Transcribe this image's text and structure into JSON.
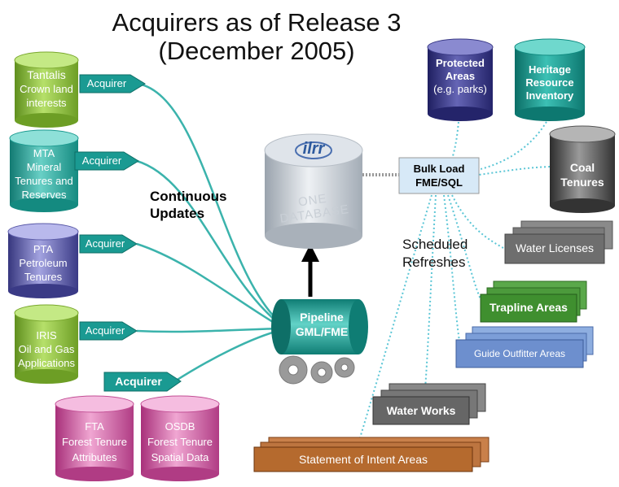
{
  "title": {
    "line1": "Acquirers as of Release 3",
    "line2": "(December 2005)"
  },
  "sources": [
    {
      "name": "Tantalis",
      "desc1": "Crown land",
      "desc2": "interests",
      "desc3": "",
      "acquirer": "Acquirer",
      "color": "#8dc63f"
    },
    {
      "name": "MTA",
      "desc1": "Mineral",
      "desc2": "Tenures and",
      "desc3": "Reserves",
      "acquirer": "Acquirer",
      "color": "#2aa198"
    },
    {
      "name": "PTA",
      "desc1": "Petroleum",
      "desc2": "Tenures",
      "desc3": "",
      "acquirer": "Acquirer",
      "color": "#6a6ab8"
    },
    {
      "name": "IRIS",
      "desc1": "Oil and Gas",
      "desc2": "Applications",
      "desc3": "",
      "acquirer": "Acquirer",
      "color": "#7fae2e"
    },
    {
      "name": "FTA",
      "desc1": "Forest Tenure",
      "desc2": "Attributes",
      "desc3": "",
      "acquirer": "",
      "color": "#d466a8"
    },
    {
      "name": "OSDB",
      "desc1": "Forest Tenure",
      "desc2": "Spatial Data",
      "desc3": "",
      "acquirer": "",
      "color": "#d466a8"
    }
  ],
  "forest_acquirer": "Acquirer",
  "continuous_updates": {
    "line1": "Continuous",
    "line2": "Updates"
  },
  "database": {
    "logo": "ilrr",
    "label": "ONE DATABASE"
  },
  "pipeline": {
    "line1": "Pipeline",
    "line2": "GML/FME"
  },
  "bulk_load": {
    "line1": "Bulk Load",
    "line2": "FME/SQL"
  },
  "scheduled": {
    "line1": "Scheduled",
    "line2": "Refreshes"
  },
  "top_targets": [
    {
      "line1": "Protected",
      "line2": "Areas",
      "line3": "(e.g. parks)",
      "color": "#3b3b8f"
    },
    {
      "line1": "Heritage",
      "line2": "Resource",
      "line3": "Inventory",
      "color": "#13998f"
    },
    {
      "line1": "Coal",
      "line2": "Tenures",
      "line3": "",
      "color": "#555555"
    }
  ],
  "refresh_stacks": [
    {
      "label": "Water Licenses",
      "color": "#6e6e6e"
    },
    {
      "label": "Trapline Areas",
      "color": "#3f8f2f"
    },
    {
      "label": "Guide Outfitter Areas",
      "color": "#6d8fce"
    },
    {
      "label": "Water Works",
      "color": "#666666"
    },
    {
      "label": "Statement of Intent Areas",
      "color": "#b56a2e"
    }
  ]
}
